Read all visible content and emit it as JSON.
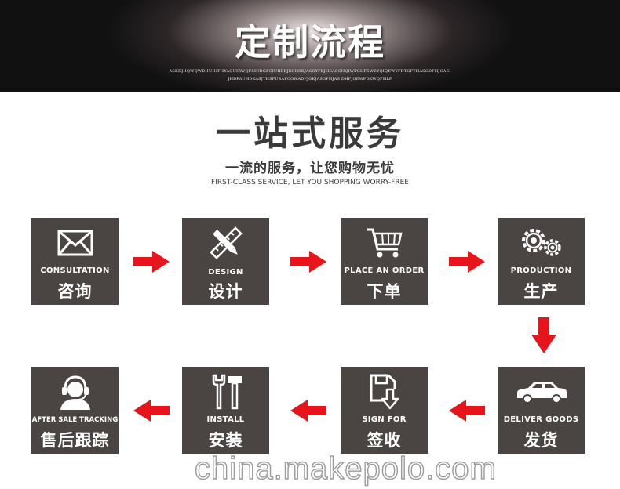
{
  "banner": {
    "title": "定制流程",
    "subtitle": "ASKDJHQWQWDHUIHFHYAQUIRWQFSIUDGFCIUHFDJKCHSKJASGYFKJHSASGHQIWFGHFSWEYQIQEWYFDTGFTHASGDFHJGASIJHDFAUHDKASJTHSFUSAFGGWADFJGKJASGFHJAS DHFJGEWFGKWQFHLF"
  },
  "heading": {
    "main": "一站式服务",
    "sub": "一流的服务，让您购物无忧",
    "en": "FIRST-CLASS SERVICE, LET YOU SHOPPING WORRY-FREE"
  },
  "steps": [
    {
      "en": "CONSULTATION",
      "cn": "咨询",
      "icon": "envelope-icon"
    },
    {
      "en": "DESIGN",
      "cn": "设计",
      "icon": "pencil-ruler-icon"
    },
    {
      "en": "PLACE AN ORDER",
      "cn": "下单",
      "icon": "shopping-cart-icon"
    },
    {
      "en": "PRODUCTION",
      "cn": "生产",
      "icon": "gears-icon"
    },
    {
      "en": "DELIVER GOODS",
      "cn": "发货",
      "icon": "car-icon"
    },
    {
      "en": "SIGN FOR",
      "cn": "签收",
      "icon": "download-box-icon"
    },
    {
      "en": "INSTALL",
      "cn": "安装",
      "icon": "tools-icon"
    },
    {
      "en": "AFTER SALE TRACKING",
      "cn": "售后跟踪",
      "icon": "headset-person-icon"
    }
  ],
  "colors": {
    "box": "#4a4443",
    "arrow": "#e8141b",
    "heading": "#3a3a3a"
  },
  "watermark": "china.makepolo.com"
}
